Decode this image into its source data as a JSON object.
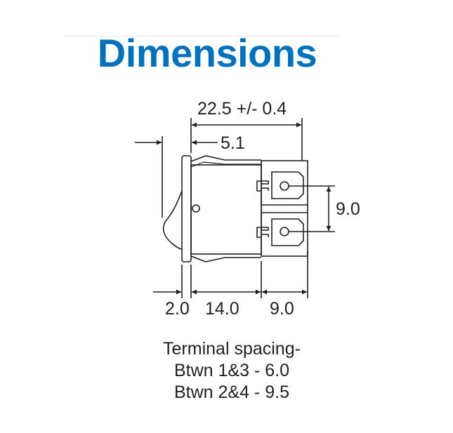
{
  "title": "Dimensions",
  "diagram": {
    "dimensions": {
      "overall_length": "22.5 +/- 0.4",
      "rocker_protrusion": "5.1",
      "terminal_pitch": "9.0",
      "bezel_thickness": "2.0",
      "body_length": "14.0",
      "terminal_length": "9.0"
    }
  },
  "caption": {
    "line1": "Terminal spacing-",
    "line2": "Btwn 1&3 - 6.0",
    "line3": "Btwn 2&4 - 9.5"
  }
}
